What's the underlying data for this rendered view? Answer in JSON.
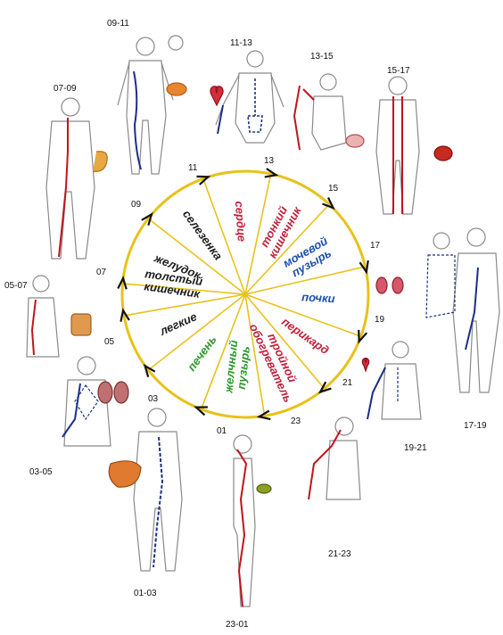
{
  "colors": {
    "circle": "#e8c21a",
    "spoke": "#e8c21a",
    "meridian_red": "#c0141b",
    "meridian_blue": "#1c2f86",
    "figure_stroke": "#8a8a8a",
    "organ_black": "#1d1d1d",
    "organ_red": "#c2203a",
    "organ_blue": "#1c4fb0",
    "organ_green": "#2a9a2a"
  },
  "hours": [
    "01",
    "03",
    "05",
    "07",
    "09",
    "11",
    "13",
    "15",
    "17",
    "19",
    "21",
    "23"
  ],
  "organs": [
    {
      "label": "желудок",
      "color": "#1d1d1d"
    },
    {
      "label": "селезенка",
      "color": "#1d1d1d"
    },
    {
      "label": "сердце",
      "color": "#c2203a"
    },
    {
      "label": "тонкий кишечник",
      "color": "#c2203a"
    },
    {
      "label": "мочевой пузырь",
      "color": "#1c4fb0"
    },
    {
      "label": "почки",
      "color": "#1c4fb0"
    },
    {
      "label": "перикард",
      "color": "#c2203a"
    },
    {
      "label": "тройной обогреватель",
      "color": "#c2203a"
    },
    {
      "label": "желчный пузырь",
      "color": "#2a9a2a"
    },
    {
      "label": "печень",
      "color": "#2a9a2a"
    },
    {
      "label": "легкие",
      "color": "#1d1d1d"
    },
    {
      "label": "толстый кишечник",
      "color": "#1d1d1d"
    }
  ],
  "time_ranges": [
    "09-11",
    "11-13",
    "13-15",
    "15-17",
    "07-09",
    "05-07",
    "17-19",
    "19-21",
    "03-05",
    "21-23",
    "01-03",
    "23-01"
  ]
}
